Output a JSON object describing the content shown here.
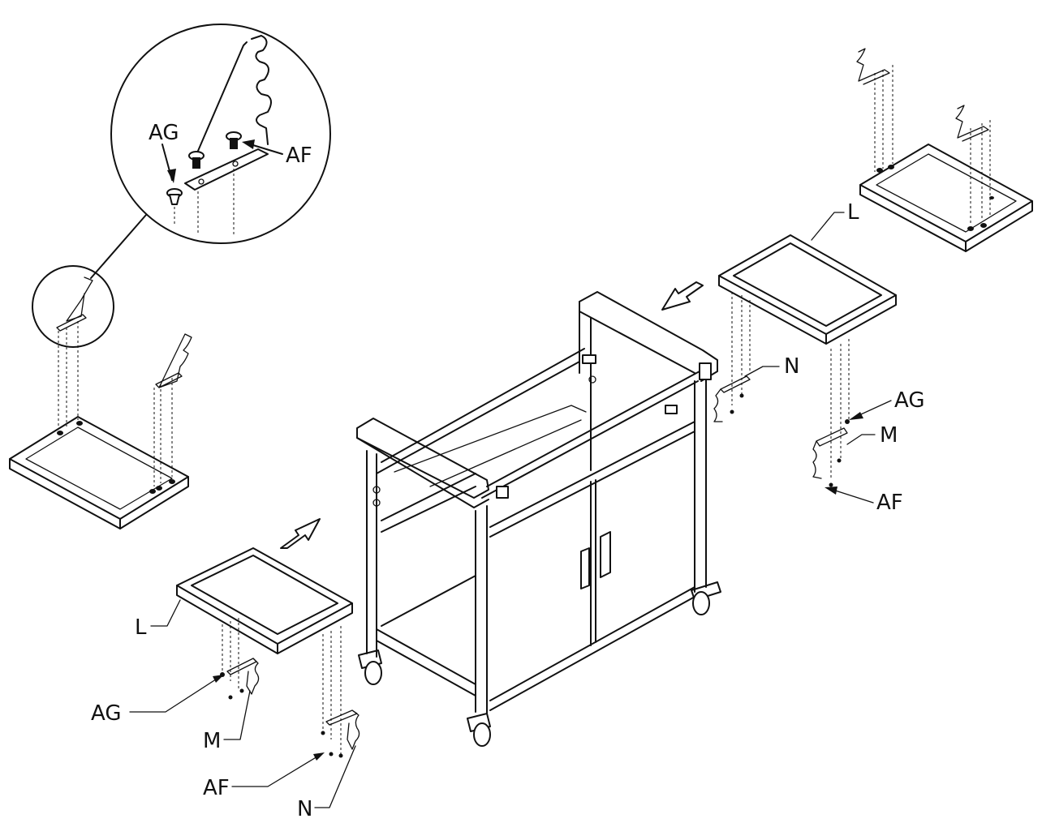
{
  "labels": {
    "top_l": "L",
    "top_n": "N",
    "top_ag": "AG",
    "top_m": "M",
    "top_af": "AF",
    "bot_l": "L",
    "bot_ag": "AG",
    "bot_m": "M",
    "bot_af": "AF",
    "bot_n": "N",
    "detail_ag": "AG",
    "detail_af": "AF"
  }
}
